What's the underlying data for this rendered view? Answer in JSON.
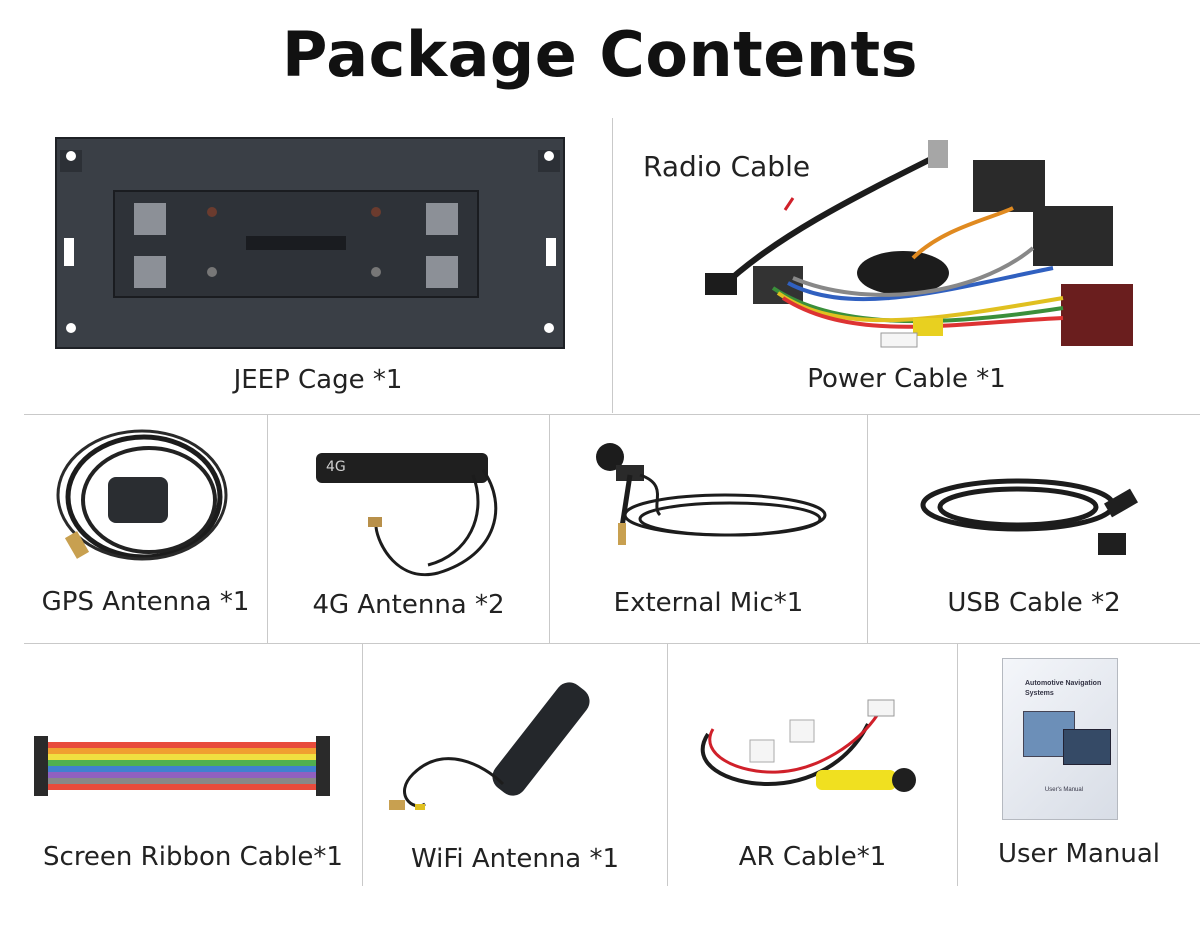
{
  "title": "Package Contents",
  "colors": {
    "accent_callout": "#d0202a",
    "divider": "#c9c9c9"
  },
  "row1": [
    {
      "label": "JEEP Cage *1",
      "icon": "jeep-cage-image"
    },
    {
      "label": "Power Cable *1",
      "icon": "power-cable-image",
      "callout": "Radio Cable"
    }
  ],
  "row2": [
    {
      "label": "GPS Antenna *1",
      "icon": "gps-antenna-image"
    },
    {
      "label": "4G Antenna *2",
      "icon": "4g-antenna-image",
      "badge": "4G"
    },
    {
      "label": "External Mic*1",
      "icon": "microphone-image"
    },
    {
      "label": "USB Cable *2",
      "icon": "usb-cable-image"
    }
  ],
  "row3": [
    {
      "label": "Screen Ribbon Cable*1",
      "icon": "ribbon-cable-image"
    },
    {
      "label": "WiFi Antenna *1",
      "icon": "wifi-antenna-image"
    },
    {
      "label": "AR Cable*1",
      "icon": "ar-cable-image"
    },
    {
      "label": "User Manual",
      "icon": "user-manual-image",
      "manual_heading": "Automotive Navigation Systems",
      "manual_footer": "User's Manual"
    }
  ]
}
